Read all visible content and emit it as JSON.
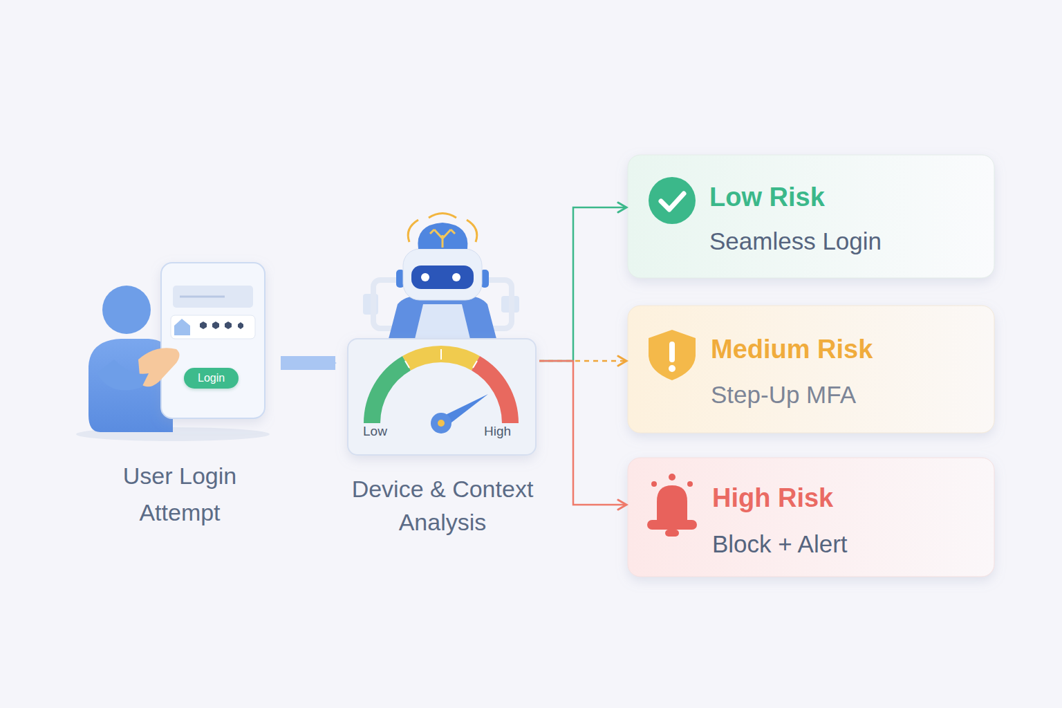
{
  "diagram": {
    "nodes": [
      {
        "text": [
          "User Login Attempt"
        ]
      },
      {
        "text": [
          "Login"
        ],
        "in": 0
      },
      {
        "text": [
          "Low",
          "High",
          "Device & Context Analysis"
        ]
      },
      {
        "text": [
          "Low Risk",
          "Seamless Login"
        ]
      },
      {
        "text": [
          "Medium Risk",
          "Step-Up MFA"
        ]
      },
      {
        "text": [
          "High Risk",
          "Block + Alert"
        ]
      }
    ],
    "edges": [
      {
        "from": 0,
        "to": 2,
        "arrow": "to"
      },
      {
        "from": 2,
        "to": 3,
        "arrow": "to"
      },
      {
        "from": 2,
        "to": 4,
        "arrow": "to"
      },
      {
        "from": 2,
        "to": 5,
        "arrow": "to"
      }
    ]
  }
}
